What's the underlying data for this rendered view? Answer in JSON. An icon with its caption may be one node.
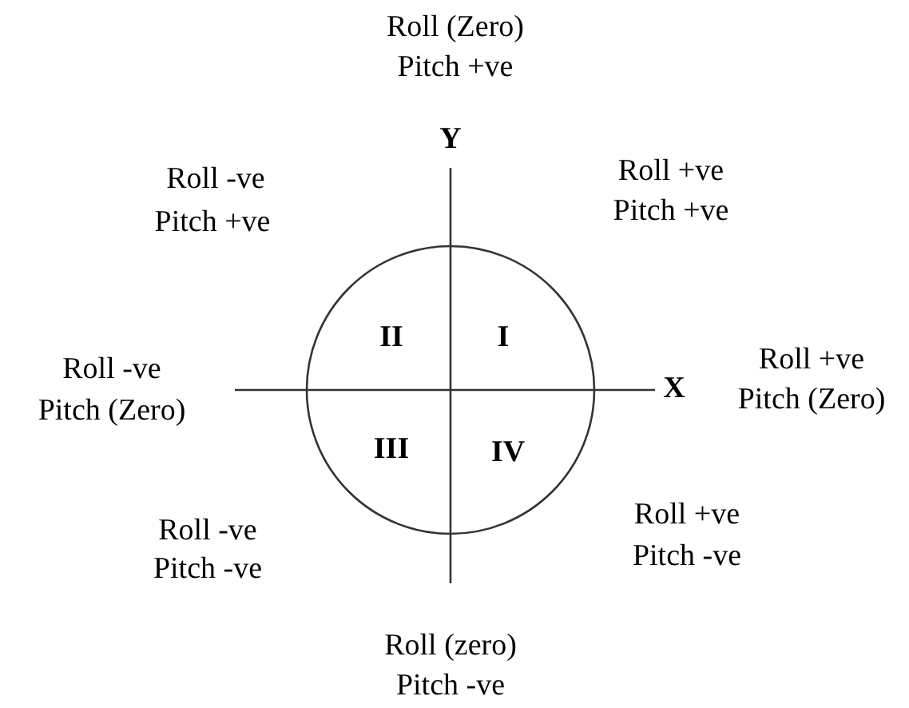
{
  "diagram": {
    "labels": [
      "Roll (Zero)",
      "Pitch +ve",
      "Y",
      "Roll -ve",
      "Pitch +ve",
      "Roll +ve",
      "Pitch +ve",
      "II",
      "I",
      "Roll -ve",
      "Pitch (Zero)",
      "X",
      "Roll +ve",
      "Pitch (Zero)",
      "III",
      "IV",
      "Roll -ve",
      "Pitch -ve",
      "Roll +ve",
      "Pitch -ve",
      "Roll (zero)",
      "Pitch -ve"
    ]
  }
}
